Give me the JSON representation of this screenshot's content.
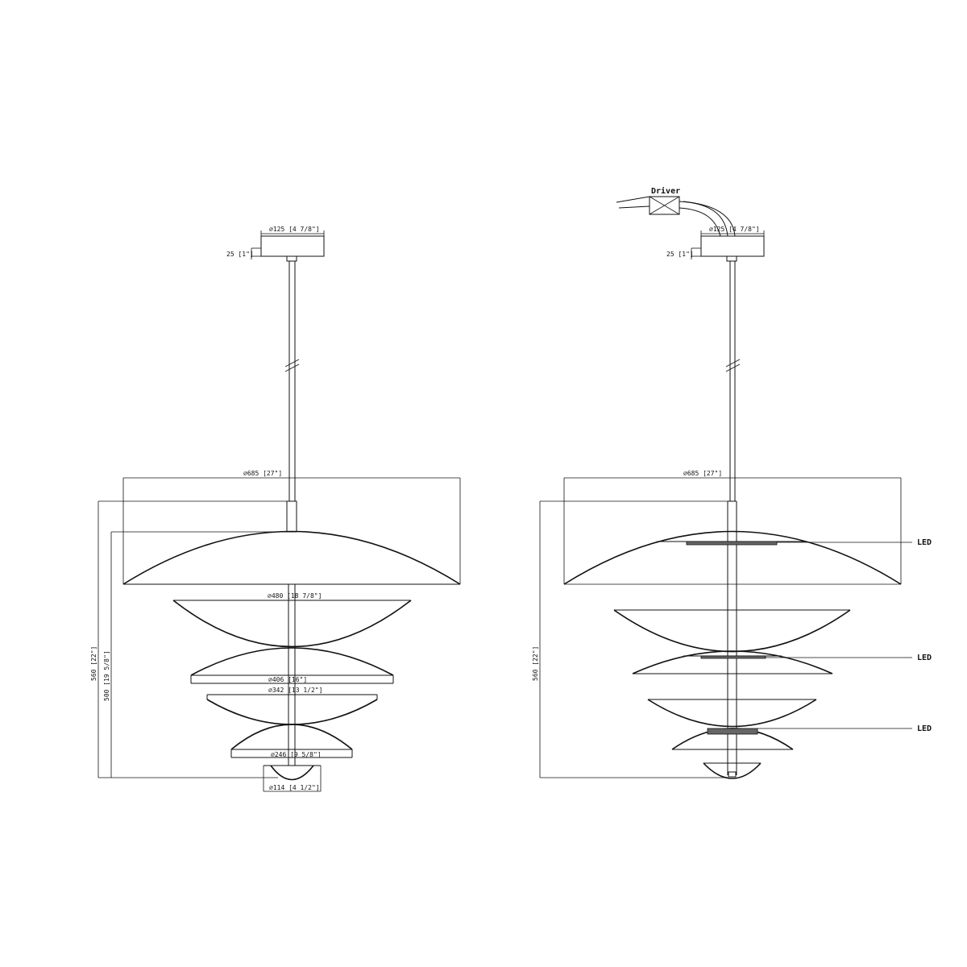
{
  "left_view": {
    "canopy_diameter": "⌀125 [4 7/8\"]",
    "canopy_height": "25 [1\"]",
    "shade1_diameter": "⌀685 [27\"]",
    "shade2_diameter": "⌀480 [18 7/8\"]",
    "shade3_diameter": "⌀406 [16\"]",
    "shade4_diameter": "⌀342 [13 1/2\"]",
    "shade5_diameter": "⌀246 [9 5/8\"]",
    "shade6_diameter": "⌀114 [4 1/2\"]",
    "total_height": "560 [22\"]",
    "body_height": "500 [19 5/8\"]"
  },
  "right_view": {
    "driver_label": "Driver",
    "canopy_diameter": "⌀125 [4 7/8\"]",
    "canopy_height": "25 [1\"]",
    "shade1_diameter": "⌀685 [27\"]",
    "total_height": "560 [22\"]",
    "led_labels": [
      "LED",
      "LED",
      "LED"
    ]
  }
}
